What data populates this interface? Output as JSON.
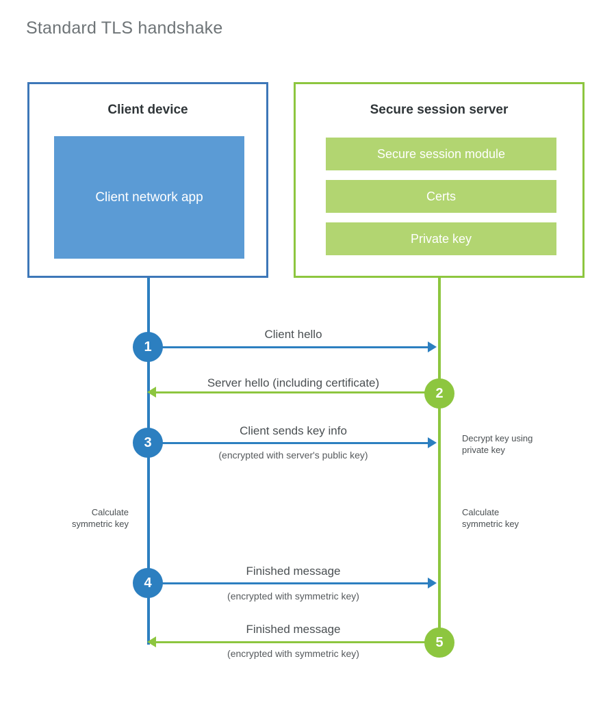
{
  "diagram": {
    "title": "Standard TLS handshake",
    "colors": {
      "client_accent": "#2c7fc0",
      "client_border": "#3d77b8",
      "client_app_fill": "#5b9bd5",
      "server_accent": "#8dc63f",
      "server_bar_fill": "#b2d571",
      "title_text": "#6e7477",
      "body_text": "#4a4f52"
    },
    "parties": {
      "client": {
        "title": "Client device",
        "app_label": "Client network app"
      },
      "server": {
        "title": "Secure session server",
        "components": [
          {
            "label": "Secure session module"
          },
          {
            "label": "Certs"
          },
          {
            "label": "Private key"
          }
        ]
      }
    },
    "steps": [
      {
        "number": "1",
        "label": "Client hello",
        "sublabel": "",
        "direction": "client-to-server",
        "origin": "client"
      },
      {
        "number": "2",
        "label": "Server hello (including certificate)",
        "sublabel": "",
        "direction": "server-to-client",
        "origin": "server"
      },
      {
        "number": "3",
        "label": "Client sends key info",
        "sublabel": "(encrypted with server's public key)",
        "direction": "client-to-server",
        "origin": "client"
      },
      {
        "number": "4",
        "label": "Finished message",
        "sublabel": "(encrypted with symmetric key)",
        "direction": "client-to-server",
        "origin": "client"
      },
      {
        "number": "5",
        "label": "Finished message",
        "sublabel": "(encrypted with symmetric key)",
        "direction": "server-to-client",
        "origin": "server"
      }
    ],
    "annotations": {
      "server_decrypt": "Decrypt key using\nprivate key",
      "client_calculate": "Calculate\nsymmetric key",
      "server_calculate": "Calculate\nsymmetric key"
    }
  }
}
